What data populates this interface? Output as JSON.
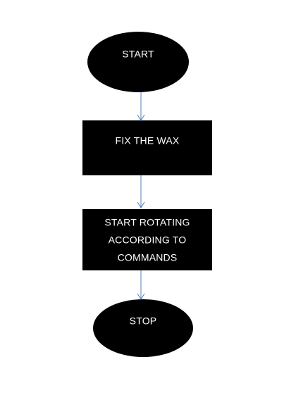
{
  "diagram": {
    "colors": {
      "node_fill": "#000000",
      "node_text": "#ffffff",
      "connector": "#4f81bd",
      "background": "#ffffff"
    },
    "nodes": [
      {
        "id": "start",
        "shape": "ellipse",
        "lines": [
          "START"
        ]
      },
      {
        "id": "fix-wax",
        "shape": "rectangle",
        "lines": [
          "FIX THE WAX"
        ]
      },
      {
        "id": "rotate",
        "shape": "rectangle",
        "lines": [
          "START ROTATING",
          "ACCORDING TO",
          "COMMANDS"
        ]
      },
      {
        "id": "stop",
        "shape": "ellipse",
        "lines": [
          "STOP"
        ]
      }
    ],
    "connectors": [
      {
        "from": "start",
        "to": "fix-wax"
      },
      {
        "from": "fix-wax",
        "to": "rotate"
      },
      {
        "from": "rotate",
        "to": "stop"
      }
    ]
  }
}
